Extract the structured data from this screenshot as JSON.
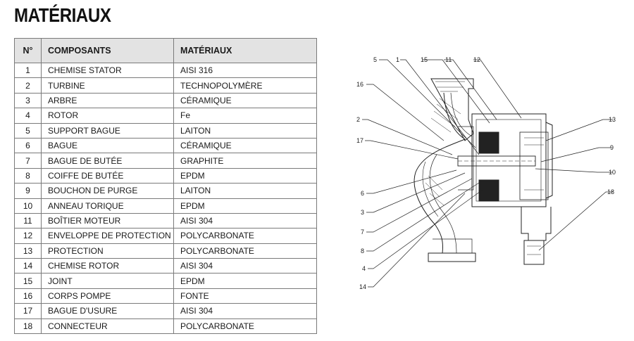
{
  "title": "MATÉRIAUX",
  "table": {
    "headers": {
      "num": "N°",
      "component": "COMPOSANTS",
      "material": "MATÉRIAUX"
    },
    "rows": [
      {
        "num": "1",
        "component": "CHEMISE STATOR",
        "material": "AISI 316"
      },
      {
        "num": "2",
        "component": "TURBINE",
        "material": "TECHNOPOLYMÈRE"
      },
      {
        "num": "3",
        "component": "ARBRE",
        "material": "CÉRAMIQUE"
      },
      {
        "num": "4",
        "component": "ROTOR",
        "material": "Fe"
      },
      {
        "num": "5",
        "component": "SUPPORT BAGUE",
        "material": "LAITON"
      },
      {
        "num": "6",
        "component": "BAGUE",
        "material": "CÉRAMIQUE"
      },
      {
        "num": "7",
        "component": "BAGUE DE BUTÉE",
        "material": "GRAPHITE"
      },
      {
        "num": "8",
        "component": "COIFFE DE BUTÉE",
        "material": "EPDM"
      },
      {
        "num": "9",
        "component": "BOUCHON DE PURGE",
        "material": "LAITON"
      },
      {
        "num": "10",
        "component": "ANNEAU TORIQUE",
        "material": "EPDM"
      },
      {
        "num": "11",
        "component": "BOÎTIER MOTEUR",
        "material": "AISI 304"
      },
      {
        "num": "12",
        "component": "ENVELOPPE DE PROTECTION",
        "material": "POLYCARBONATE"
      },
      {
        "num": "13",
        "component": "PROTECTION",
        "material": "POLYCARBONATE"
      },
      {
        "num": "14",
        "component": "CHEMISE ROTOR",
        "material": "AISI 304"
      },
      {
        "num": "15",
        "component": "JOINT",
        "material": "EPDM"
      },
      {
        "num": "16",
        "component": "CORPS POMPE",
        "material": "FONTE"
      },
      {
        "num": "17",
        "component": "BAGUE D'USURE",
        "material": "AISI 304"
      },
      {
        "num": "18",
        "component": "CONNECTEUR",
        "material": "POLYCARBONATE"
      }
    ]
  },
  "diagram": {
    "callouts": [
      "5",
      "1",
      "15",
      "11",
      "12",
      "16",
      "2",
      "17",
      "13",
      "9",
      "10",
      "6",
      "3",
      "7",
      "8",
      "4",
      "14",
      "18"
    ]
  }
}
